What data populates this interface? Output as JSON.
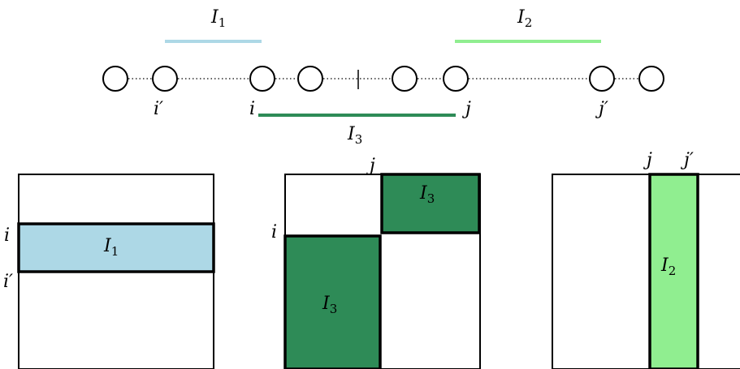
{
  "colors": {
    "I1": "#add8e6",
    "I2": "#90ee90",
    "I3": "#2e8b57"
  },
  "intervals": {
    "I1": {
      "name": "I",
      "sub": "1"
    },
    "I2": {
      "name": "I",
      "sub": "2"
    },
    "I3": {
      "name": "I",
      "sub": "3"
    }
  },
  "indices": {
    "i_prime": "i′",
    "i": "i",
    "j": "j",
    "j_prime": "j′"
  }
}
